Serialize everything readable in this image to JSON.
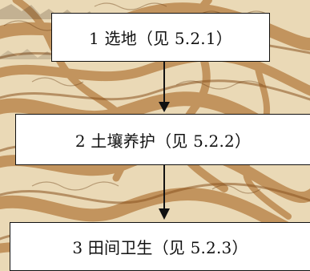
{
  "watermark": {
    "text_top_left": "",
    "text_top_mid": ""
  },
  "steps": [
    {
      "label": "1 选地（见 5.2.1）"
    },
    {
      "label": "2 土壤养护（见 5.2.2）"
    },
    {
      "label": "3 田间卫生（见 5.2.3）"
    }
  ],
  "colors": {
    "paper": "#ead9b6",
    "swirl": "#a86a2d",
    "box": "#ffffff",
    "stroke": "#111111"
  }
}
